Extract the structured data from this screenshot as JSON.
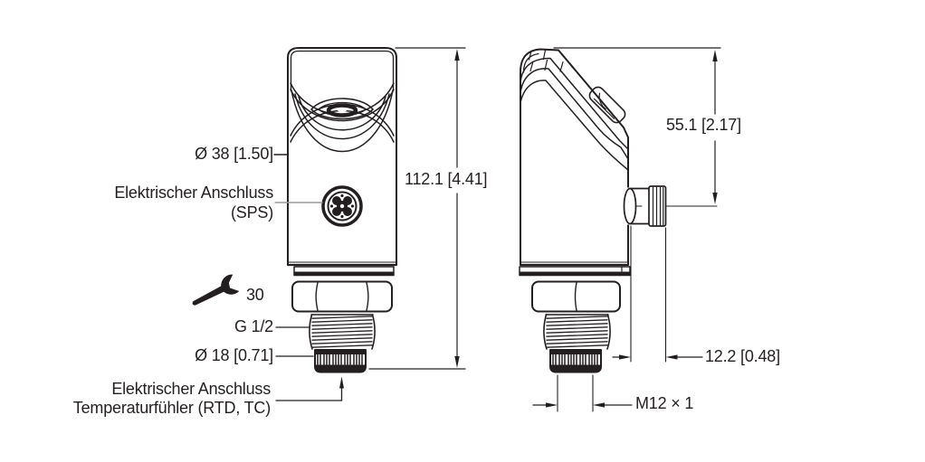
{
  "drawing": {
    "background": "#ffffff",
    "line_color": "#231f20",
    "leader_color": "#9c9c9c",
    "front_view": {
      "diameter_label": "Ø 38 [1.50]",
      "electrical_connection_label": [
        "Elektrischer Anschluss",
        "(SPS)"
      ],
      "overall_height_label": "112.1 [4.41]",
      "wrench_size_label": "30",
      "process_thread_label": "G 1/2",
      "probe_diameter_label": "Ø 18 [0.71]",
      "temperature_connection_label": [
        "Elektrischer Anschluss",
        "Temperaturfühler (RTD, TC)"
      ]
    },
    "side_view": {
      "upper_height_label": "55.1 [2.17]",
      "connector_protrusion_label": "12.2 [0.48]",
      "connector_thread_label": "M12 × 1"
    },
    "icons": [
      {
        "name": "wrench-icon",
        "meaning": "spanner size"
      }
    ]
  }
}
